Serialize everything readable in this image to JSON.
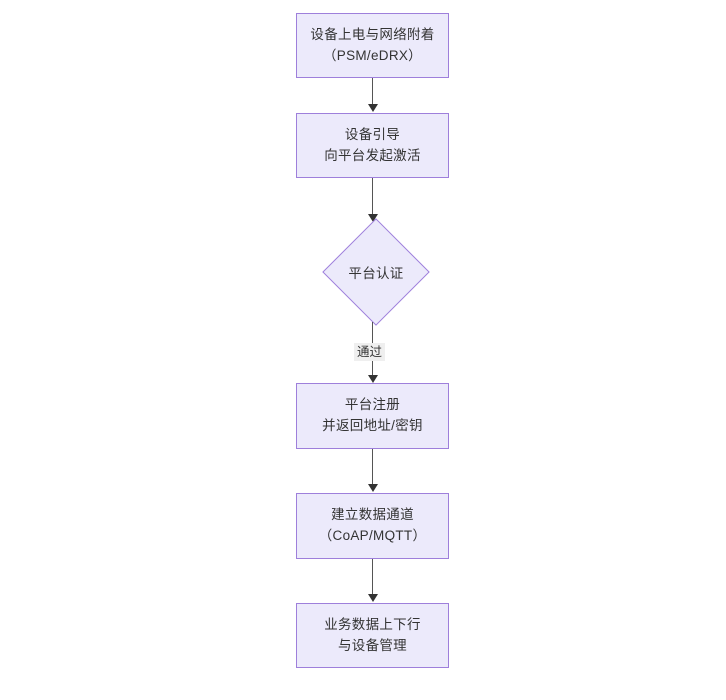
{
  "diagram": {
    "type": "flowchart",
    "direction": "top-to-bottom",
    "theme": {
      "node_fill": "#ECEAFB",
      "node_border": "#9E7FDB",
      "node_text": "#333333",
      "edge_color": "#555555",
      "edge_label_background": "#EFEFEF",
      "canvas_background": "#FFFFFF"
    },
    "nodes": [
      {
        "id": "power-on",
        "shape": "rectangle",
        "label": "设备上电与网络附着\n（PSM/eDRX）"
      },
      {
        "id": "bootstrap",
        "shape": "rectangle",
        "label": "设备引导\n向平台发起激活"
      },
      {
        "id": "auth",
        "shape": "diamond",
        "label": "平台认证"
      },
      {
        "id": "register",
        "shape": "rectangle",
        "label": "平台注册\n并返回地址/密钥"
      },
      {
        "id": "channel",
        "shape": "rectangle",
        "label": "建立数据通道\n（CoAP/MQTT）"
      },
      {
        "id": "service",
        "shape": "rectangle",
        "label": "业务数据上下行\n与设备管理"
      }
    ],
    "edges": [
      {
        "from": "power-on",
        "to": "bootstrap",
        "label": ""
      },
      {
        "from": "bootstrap",
        "to": "auth",
        "label": ""
      },
      {
        "from": "auth",
        "to": "register",
        "label": "通过"
      },
      {
        "from": "register",
        "to": "channel",
        "label": ""
      },
      {
        "from": "channel",
        "to": "service",
        "label": ""
      }
    ]
  }
}
